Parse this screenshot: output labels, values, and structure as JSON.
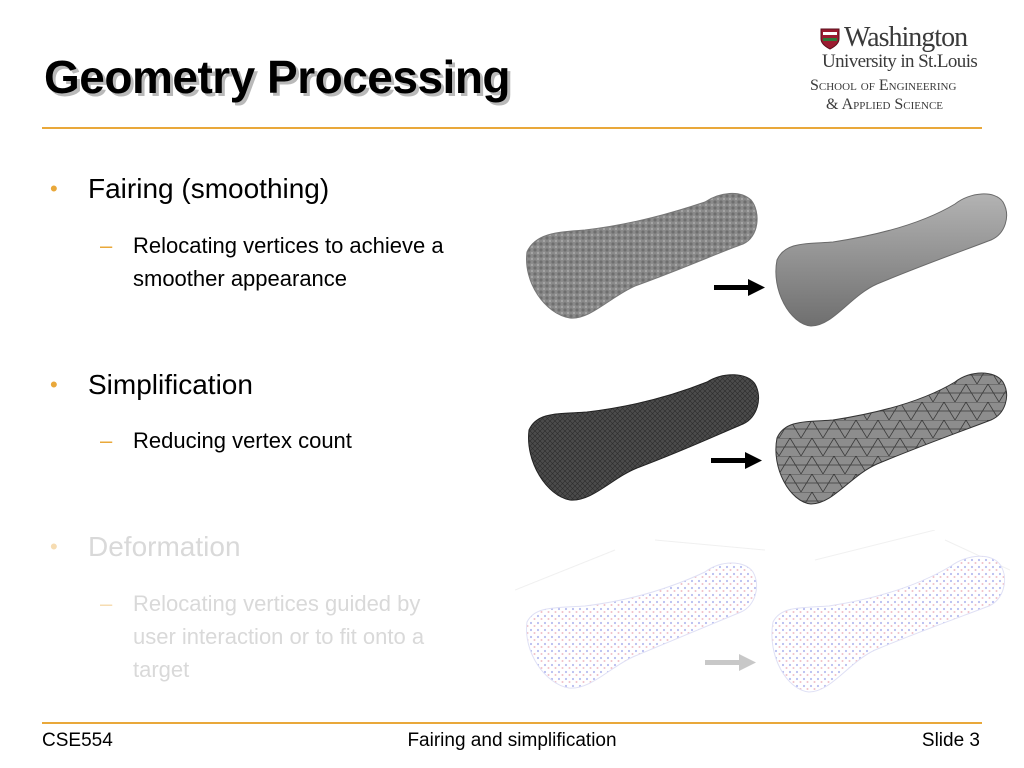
{
  "slide": {
    "title": "Geometry Processing",
    "accent_color": "#e9a83a"
  },
  "logo": {
    "line1": "Washington",
    "line2": "University in St.Louis",
    "line3": "School of Engineering",
    "line4": "& Applied Science",
    "shield_icon": "shield-icon"
  },
  "bullets": [
    {
      "label": "Fairing (smoothing)",
      "sub": [
        "Relocating vertices to achieve a",
        "smoother appearance"
      ]
    },
    {
      "label": "Simplification",
      "sub": [
        "Reducing vertex count"
      ]
    },
    {
      "label": "Deformation",
      "sub": [
        "Relocating vertices guided by",
        "user interaction or to fit onto a",
        "target"
      ]
    }
  ],
  "images": [
    {
      "name": "fairing-illustration",
      "arrow_icon": "right-arrow-icon"
    },
    {
      "name": "simplification-illustration",
      "arrow_icon": "right-arrow-icon"
    },
    {
      "name": "deformation-illustration",
      "arrow_icon": "right-arrow-icon"
    }
  ],
  "footer": {
    "left": "CSE554",
    "center": "Fairing and simplification",
    "right": "Slide 3"
  }
}
